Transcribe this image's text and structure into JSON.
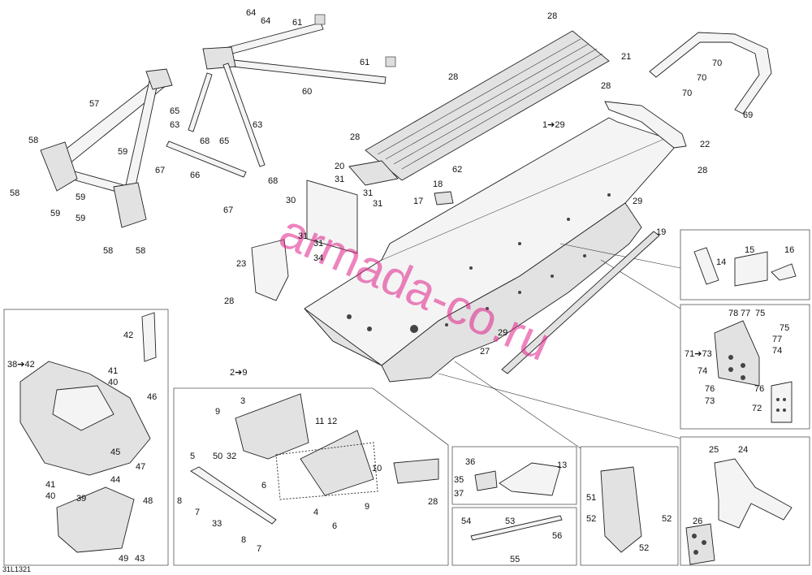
{
  "diagram": {
    "code": "31L1321",
    "watermark": "armada-co.ru",
    "labels": {
      "l64a": "64",
      "l64b": "64",
      "l61a": "61",
      "l61b": "61",
      "l60": "60",
      "l28top": "28",
      "l21": "21",
      "l28b": "28",
      "l28c": "28",
      "l69": "69",
      "l70a": "70",
      "l70b": "70",
      "l70c": "70",
      "l57": "57",
      "l65a": "65",
      "l63a": "63",
      "l63b": "63",
      "l68a": "68",
      "l65b": "65",
      "l58a": "58",
      "l58b": "58",
      "l58c": "58",
      "l58d": "58",
      "l59a": "59",
      "l59b": "59",
      "l59c": "59",
      "l59d": "59",
      "l67a": "67",
      "l66": "66",
      "l67b": "67",
      "l68b": "68",
      "l1to29": "1➔29",
      "l28d": "28",
      "l22": "22",
      "l28e": "28",
      "l20": "20",
      "l31a": "31",
      "l31b": "31",
      "l31c": "31",
      "l31d": "31",
      "l31e": "31",
      "l30": "30",
      "l18": "18",
      "l17": "17",
      "l62": "62",
      "l29a": "29",
      "l19": "19",
      "l23": "23",
      "l34": "34",
      "l28f": "28",
      "l14": "14",
      "l15": "15",
      "l16": "16",
      "l78": "78",
      "l77a": "77",
      "l75a": "75",
      "l75b": "75",
      "l77b": "77",
      "l71to73": "71➔73",
      "l74a": "74",
      "l74b": "74",
      "l76a": "76",
      "l76b": "76",
      "l73": "73",
      "l72": "72",
      "l29b": "29",
      "l27": "27",
      "l42": "42",
      "l38to42": "38➔42",
      "l41a": "41",
      "l40a": "40",
      "l46": "46",
      "l45": "45",
      "l47": "47",
      "l44": "44",
      "l41b": "41",
      "l40b": "40",
      "l39": "39",
      "l48": "48",
      "l49": "49",
      "l43": "43",
      "l2to9": "2➔9",
      "l3": "3",
      "l9a": "9",
      "l11": "11",
      "l12": "12",
      "l5": "5",
      "l50": "50",
      "l32": "32",
      "l6a": "6",
      "l10": "10",
      "l8a": "8",
      "l7a": "7",
      "l33": "33",
      "l4": "4",
      "l9b": "9",
      "l28g": "28",
      "l6b": "6",
      "l8b": "8",
      "l7b": "7",
      "l36": "36",
      "l13": "13",
      "l35": "35",
      "l37": "37",
      "l54": "54",
      "l53": "53",
      "l56": "56",
      "l55": "55",
      "l51": "51",
      "l52a": "52",
      "l52b": "52",
      "l52c": "52",
      "l25": "25",
      "l24": "24",
      "l26": "26"
    }
  }
}
